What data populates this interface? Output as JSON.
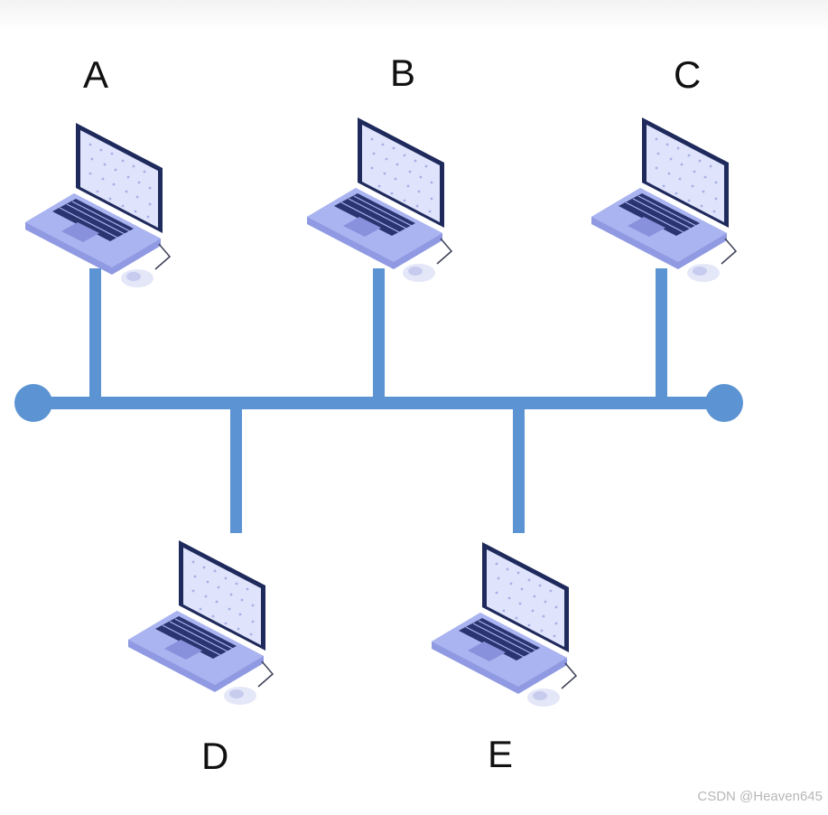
{
  "colors": {
    "bus": "#5b93d3",
    "laptop_body": "#a9b3ef",
    "laptop_deck": "#98a2e8",
    "screen_frame": "#1f2a5c",
    "screen": "#dfe3fb",
    "keys": "#2a3570"
  },
  "topology": "bus",
  "bus": {
    "left_terminator": "end-node-left",
    "right_terminator": "end-node-right"
  },
  "nodes": [
    {
      "id": "a",
      "label": "A",
      "side": "top",
      "icon": "laptop-icon"
    },
    {
      "id": "b",
      "label": "B",
      "side": "top",
      "icon": "laptop-icon"
    },
    {
      "id": "c",
      "label": "C",
      "side": "top",
      "icon": "laptop-icon"
    },
    {
      "id": "d",
      "label": "D",
      "side": "bottom",
      "icon": "laptop-icon"
    },
    {
      "id": "e",
      "label": "E",
      "side": "bottom",
      "icon": "laptop-icon"
    }
  ],
  "watermark": "CSDN @Heaven645"
}
